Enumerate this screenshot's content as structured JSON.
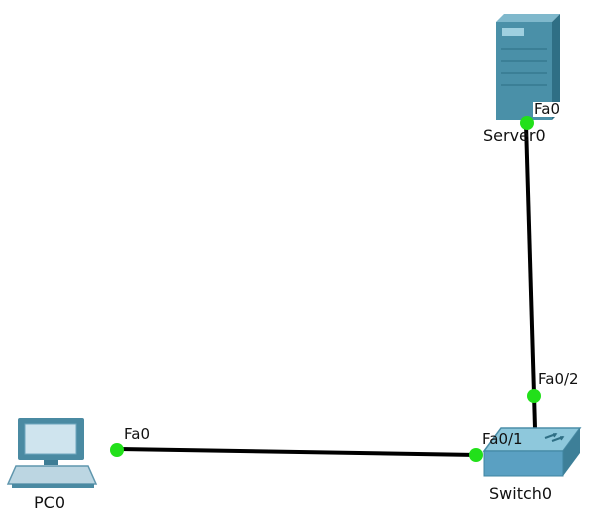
{
  "topology": {
    "devices": {
      "pc": {
        "name": "PC0",
        "icon": "pc-icon"
      },
      "switch": {
        "name": "Switch0",
        "icon": "switch-icon"
      },
      "server": {
        "name": "Server0",
        "icon": "server-icon"
      }
    },
    "links": [
      {
        "from": "PC0",
        "from_port": "Fa0",
        "to": "Switch0",
        "to_port": "Fa0/1",
        "status": "up"
      },
      {
        "from": "Server0",
        "from_port": "Fa0",
        "to": "Switch0",
        "to_port": "Fa0/2",
        "status": "up"
      }
    ],
    "colors": {
      "link": "#000000",
      "port_up": "#22e01a",
      "device_teal": "#4a90a8",
      "switch_body": "#5aa0c2"
    }
  }
}
